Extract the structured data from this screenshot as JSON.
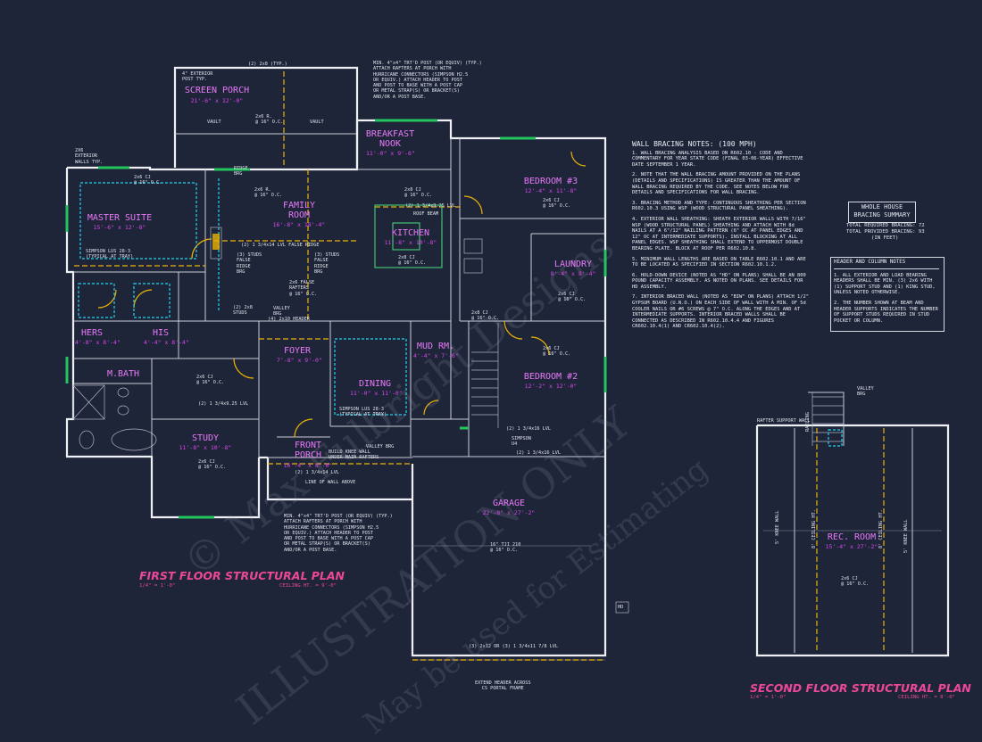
{
  "watermark": {
    "copyright": "© Max Fulbright Designs",
    "text1": "ILLUSTRATION ONLY",
    "text2": "May be used for Estimating"
  },
  "first_floor": {
    "title": "FIRST FLOOR STRUCTURAL PLAN",
    "scale": "1/4\" = 1'-0\"",
    "ceiling": "CEILING HT. = 9'-0\"",
    "rooms": [
      {
        "id": "screen-porch",
        "name": "SCREEN PORCH",
        "dims": "21'-6\" x 12'-0\""
      },
      {
        "id": "breakfast-nook",
        "name": "BREAKFAST\nNOOK",
        "dims": "11'-0\" x 9'-6\""
      },
      {
        "id": "family-room",
        "name": "FAMILY\nROOM",
        "dims": "16'-8\" x 18'-4\""
      },
      {
        "id": "kitchen",
        "name": "KITCHEN",
        "dims": "11'-8\" x 10'-8\""
      },
      {
        "id": "bedroom-3",
        "name": "BEDROOM #3",
        "dims": "12'-4\" x 11'-8\""
      },
      {
        "id": "master-suite",
        "name": "MASTER SUITE",
        "dims": "15'-6\" x 12'-8\""
      },
      {
        "id": "laundry",
        "name": "LAUNDRY",
        "dims": "8'-4\" x 8'-4\""
      },
      {
        "id": "hers",
        "name": "HERS",
        "dims": "4'-8\" x 8'-4\""
      },
      {
        "id": "his",
        "name": "HIS",
        "dims": "4'-4\" x 8'-4\""
      },
      {
        "id": "foyer",
        "name": "FOYER",
        "dims": "7'-8\" x 9'-0\""
      },
      {
        "id": "mud-rm",
        "name": "MUD RM.",
        "dims": "4'-4\" x 7'-6\""
      },
      {
        "id": "m-bath",
        "name": "M.BATH",
        "dims": ""
      },
      {
        "id": "dining",
        "name": "DINING",
        "dims": "11'-0\" x 11'-0\""
      },
      {
        "id": "bedroom-2",
        "name": "BEDROOM #2",
        "dims": "12'-2\" x 12'-0\""
      },
      {
        "id": "study",
        "name": "STUDY",
        "dims": "11'-8\" x 10'-8\""
      },
      {
        "id": "front-porch",
        "name": "FRONT\nPORCH",
        "dims": "16'-4\" x 8'-0\""
      },
      {
        "id": "garage",
        "name": "GARAGE",
        "dims": "22'-8\" x 27'-2\""
      }
    ]
  },
  "second_floor": {
    "title": "SECOND FLOOR STRUCTURAL PLAN",
    "scale": "1/4\" = 1'-0\"",
    "ceiling": "CEILING HT. = 8'-0\"",
    "room": {
      "name": "REC. ROOM",
      "dims": "15'-4\" x 27'-2\""
    },
    "labels": {
      "rafter_support": "RAFTER SUPPORT WALL",
      "valley": "VALLEY\nBRG",
      "railing": "RAILING",
      "knee_wall": "5' KNEE WALL",
      "ceiling_joist": "2x6 CJ\n@ 16\" O.C.",
      "ceiling_ht": "8' CEILING HT."
    }
  },
  "wall_bracing_notes": {
    "title": "WALL BRACING NOTES: (100 MPH)",
    "items": [
      "1. WALL BRACING ANALYSIS BASED ON R602.10 - CODE AND COMMENTARY FOR YEAR STATE CODE (FINAL 03-06-YEAR) EFFECTIVE DATE SEPTEMBER 1 YEAR.",
      "2. NOTE THAT THE WALL BRACING AMOUNT PROVIDED ON THE PLANS (DETAILS AND SPECIFICATIONS) IS GREATER THAN THE AMOUNT OF WALL BRACING REQUIRED BY THE CODE. SEE NOTES BELOW FOR DETAILS AND SPECIFICATIONS FOR WALL BRACING.",
      "3. BRACING METHOD AND TYPE: CONTINUOUS SHEATHING PER SECTION R602.10.3 USING WSP (WOOD STRUCTURAL PANEL SHEATHING).",
      "4. EXTERIOR WALL SHEATHING: SHEATH EXTERIOR WALLS WITH 7/16\" WSP (WOOD STRUCTURAL PANEL) SHEATHING AND ATTACH WITH 8d NAILS AT A 6\"/12\" NAILING PATTERN (6\" OC AT PANEL EDGES AND 12\" OC AT INTERMEDIATE SUPPORTS). INSTALL BLOCKING AT ALL PANEL EDGES. WSP SHEATHING SHALL EXTEND TO UPPERMOST DOUBLE BEARING PLATE. BLOCK AT ROOF PER R602.10.8.",
      "5. MINIMUM WALL LENGTHS ARE BASED ON TABLE R602.10.1 AND ARE TO BE LOCATED AS SPECIFIED IN SECTION R602.10.1.2.",
      "6. HOLD-DOWN DEVICE (NOTED AS \"HD\" ON PLANS) SHALL BE AN 800 POUND CAPACITY ASSEMBLY. AS NOTED ON PLANS. SEE DETAILS FOR HD ASSEMBLY.",
      "7. INTERIOR BRACED WALL (NOTED AS \"BIW\" ON PLANS) ATTACH 1/2\" GYPSUM BOARD (U.N.O.) ON EACH SIDE OF WALL WITH A MIN. OF 5d COOLER NAILS OR #6 SCREWS @ 7\" O.C. ALONG THE EDGES AND AT INTERMEDIATE SUPPORTS. INTERIOR BRACED WALLS SHALL BE CONNECTED AS DESCRIBED IN R602.10.4.4 AND FIGURES CR602.10.4(1) AND CR602.10.4(2)."
    ]
  },
  "whole_house_bracing": {
    "title": "WHOLE HOUSE\nBRACING SUMMARY",
    "required": "TOTAL REQUIRED BRACING: 72",
    "provided": "TOTAL PROVIDED BRACING: 93",
    "units": "(IN FEET)"
  },
  "header_column_notes": {
    "title": "HEADER AND COLUMN NOTES",
    "items": [
      "1. ALL EXTERIOR AND LOAD BEARING HEADERS SHALL BE MIN. (3) 2x6 WITH (1) SUPPORT STUD AND (1) KING STUD, UNLESS NOTED OTHERWISE.",
      "2. THE NUMBER SHOWN AT BEAM AND HEADER SUPPORTS INDICATES THE NUMBER OF SUPPORT STUDS REQUIRED IN STUD POCKET OR COLUMN."
    ]
  },
  "callouts": {
    "post_note_top": "MIN. 4\"x4\" TRT'D POST (OR EQUIV) (TYP.)\nATTACH RAFTERS AT PORCH WITH\nHURRICANE CONNECTORS (SIMPSON H2.5\nOR EQUIV.) ATTACH HEADER TO POST\nAND POST TO BASE WITH A POST CAP\nOR METAL STRAP(S) OR BRACKET(S)\nAND/OR A POST BASE.",
    "post_note_bottom": "MIN. 4\"x4\" TRT'D POST (OR EQUIV) (TYP.)\nATTACH RAFTERS AT PORCH WITH\nHURRICANE CONNECTORS (SIMPSON H2.5\nOR EQUIV.) ATTACH HEADER TO POST\nAND POST TO BASE WITH A POST CAP\nOR METAL STRAP(S) OR BRACKET(S)\nAND/OR A POST BASE.",
    "ext_post": "4\" EXTERIOR\nPOST TYP.",
    "ext_walls": "2X6\nEXTERIOR\nWALLS TYP.",
    "top_header": "(2) 2x8 (TYP.)",
    "vault_left": "VAULT",
    "vault_right": "VAULT",
    "porch_rafters": "2x6 R.\n@ 16\" O.C.",
    "ridge_brg": "RIDGE\nBRG",
    "family_rafters": "2x6 R.\n@ 16\" O.C.",
    "lvl_ridge": "(2) 1 3/4x14 LVL FALSE RIDGE",
    "studs_false_ridge": "(3) STUDS\nFALSE\nRIDGE\nBRG",
    "studs_false_ridge2": "(3) STUDS\nFALSE\nRIDGE\nBRG",
    "false_rafters": "2x6 FALSE\nRAFTERS\n@ 16\" O.C.",
    "kitchen_lvl": "(2) 1 3/4x9.25 LVL",
    "roof_beam": "ROOF BEAM",
    "kitchen_cj": "2x8 CJ\n@ 16\" O.C.",
    "kitchen_cj2": "2x8 CJ\n@ 16\" O.C.",
    "nook_cj": "2x8 CJ\n@ 16\" O.C.",
    "master_cj": "2x6 CJ\n@ 16\" O.C.",
    "simpson_master": "SIMPSON LUS 28-3\n(TYPICAL AT TRAY)",
    "header_2x10": "(4) 2x10 HEADER",
    "valley_brg": "VALLEY\nBRG",
    "studs_2x8": "(2) 2x8\nSTUDS",
    "dining_simpson": "SIMPSON LUS 28-3\n(TYPICAL AT TRAY)",
    "valley_brg2": "VALLEY BRG",
    "knee_wall": "BUILD KNEE WALL\nUNDER MAIN RAFTERS",
    "front_lvl": "(2) 1 3/4x14 LVL",
    "line_wall_above": "LINE OF WALL ABOVE",
    "garage_lvl1": "(2) 1 3/4x16 LVL",
    "simpson_u4": "SIMPSON\nU4",
    "garage_lvl2": "(2) 1 3/4x16 LVL",
    "garage_tji": "16\" TJI 210\n@ 16\" O.C.",
    "garage_header": "(3) 2x12 OR (3) 1 3/4x11 7/8 LVL",
    "extend_header": "EXTEND HEADER ACROSS\nCS PORTAL FRAME",
    "hd": "HD",
    "bed3_cj": "2x6 CJ\n@ 16\" O.C.",
    "bed2_cj": "2x6 CJ\n@ 16\" O.C.",
    "study_cj": "2x6 CJ\n@ 16\" O.C.",
    "mbath_cj": "2x6 CJ\n@ 16\" O.C.",
    "mbath_header": "(2) 1 3/4x9.25 LVL",
    "laundry_cj": "2x6 CJ\n@ 16\" O.C."
  }
}
